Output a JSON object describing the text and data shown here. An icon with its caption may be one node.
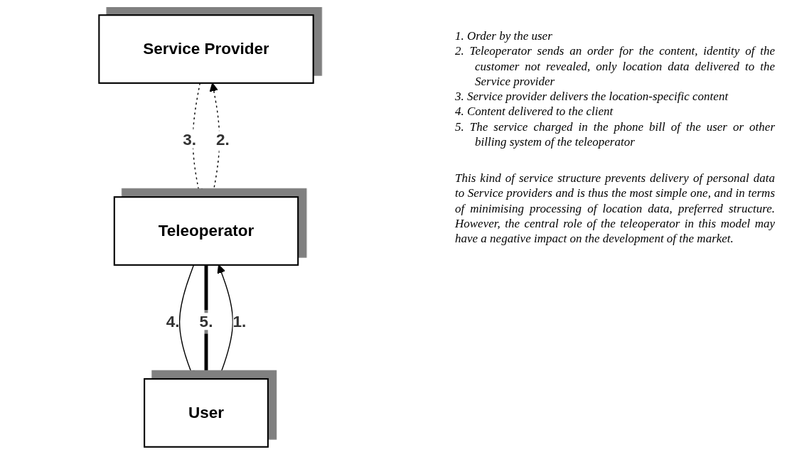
{
  "diagram": {
    "nodes": [
      {
        "text": [
          "Service Provider"
        ]
      },
      {
        "text": [
          "Teleoperator"
        ]
      },
      {
        "text": [
          "User"
        ]
      }
    ],
    "edges": [
      {
        "from": 2,
        "to": 1,
        "arrow": "to",
        "label": "1."
      },
      {
        "from": 1,
        "to": 0,
        "arrow": "to",
        "label": "2.",
        "style": "dashed"
      },
      {
        "from": 0,
        "to": 1,
        "arrow": "to",
        "label": "3.",
        "style": "dashed"
      },
      {
        "from": 1,
        "to": 2,
        "arrow": "to",
        "label": "4."
      },
      {
        "from": 1,
        "to": 2,
        "arrow": "to",
        "label": "5.",
        "style": "thick"
      }
    ],
    "labels": [
      "1. Order by the user",
      "2. Teleoperator sends an order for the content, identity of the customer not revealed, only location data delivered to the Service provider",
      "3. Service provider delivers the location-specific content",
      "4. Content delivered to the client",
      "5. The service charged in the phone bill of the user or other billing system of the teleoperator",
      "This kind of service structure prevents delivery of personal data to Service providers and is thus the most simple one, and in terms of minimising processing of location data, preferred structure. However, the central role of the teleoperator in this model may have a negative impact on the development of the market."
    ]
  }
}
